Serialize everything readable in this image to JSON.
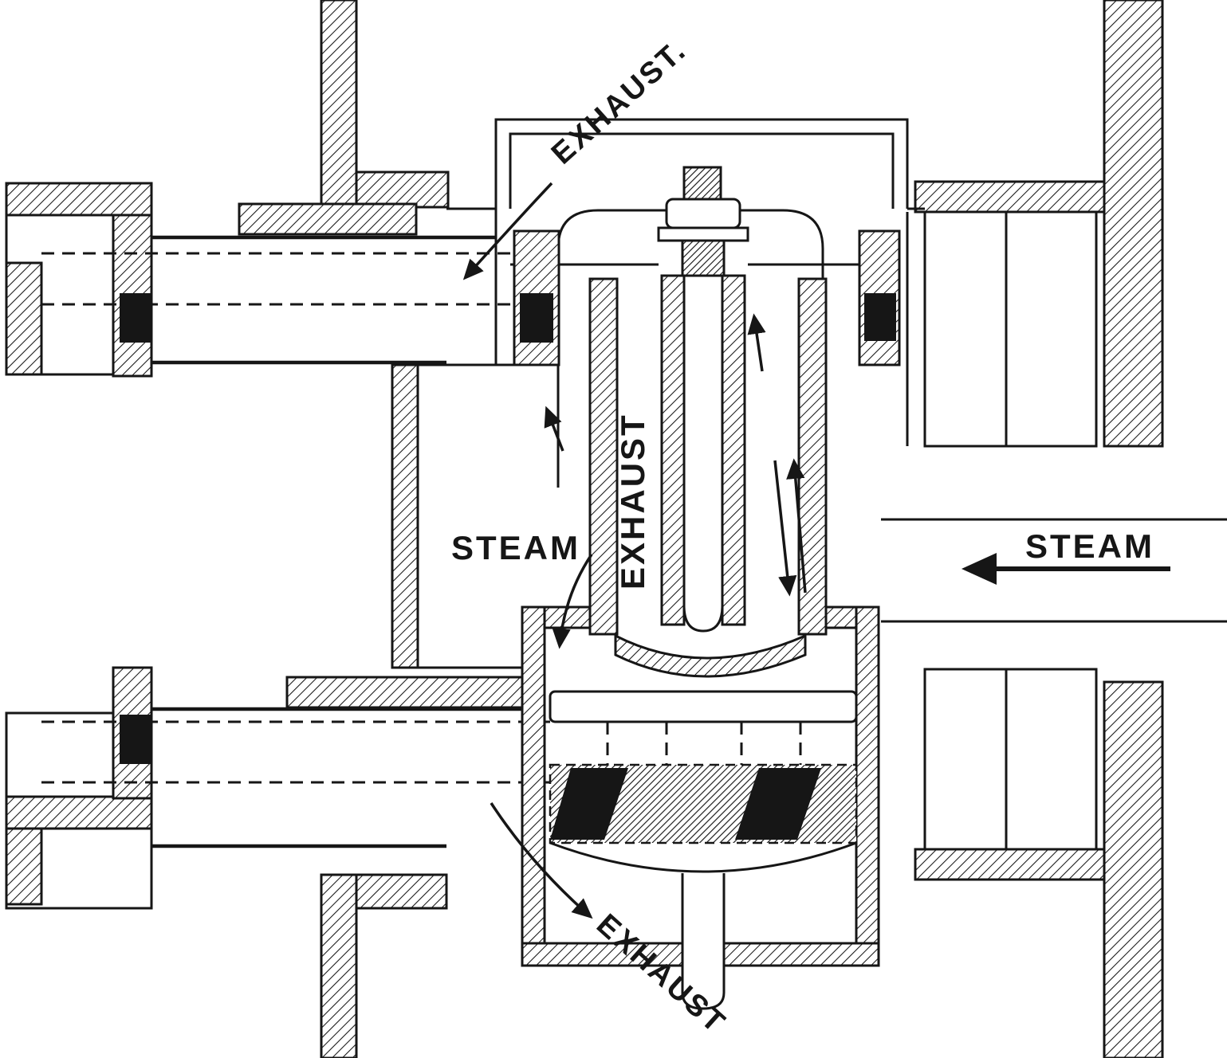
{
  "figure": {
    "labels": {
      "exhaust_top": "EXHAUST.",
      "exhaust_channel": "EXHAUST",
      "steam_left": "STEAM",
      "steam_right": "STEAM",
      "exhaust_bottom": "EXHAUST"
    },
    "colors": {
      "ink": "#161616",
      "paper": "#ffffff"
    }
  }
}
